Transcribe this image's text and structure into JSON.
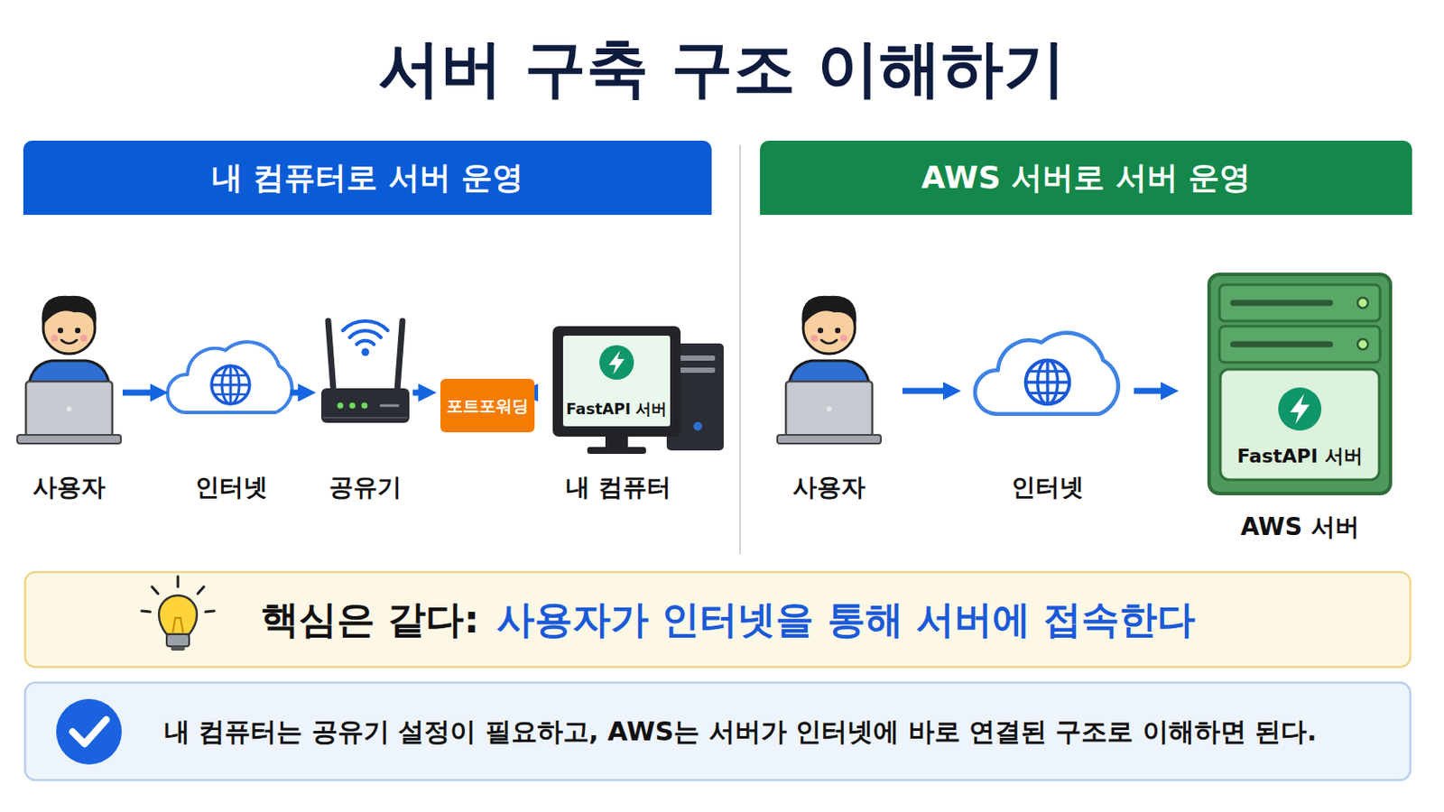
{
  "diagram": {
    "title": "서버 구축 구조 이해하기",
    "nodes": [
      {
        "text": [
          "내 컴퓨터로 서버 운영"
        ]
      },
      {
        "text": [
          "사용자"
        ]
      },
      {
        "text": [
          "인터넷"
        ]
      },
      {
        "text": [
          "공유기"
        ]
      },
      {
        "text": [
          "포트포워딩"
        ]
      },
      {
        "text": [
          "내 컴퓨터"
        ]
      },
      {
        "text": [
          "FastAPI 서버"
        ],
        "in": 5
      },
      {
        "text": [
          "AWS 서버로 서버 운영"
        ]
      },
      {
        "text": [
          "사용자"
        ]
      },
      {
        "text": [
          "인터넷"
        ]
      },
      {
        "text": [
          "AWS 서버"
        ]
      },
      {
        "text": [
          "FastAPI 서버"
        ],
        "in": 10
      },
      {
        "text": [
          "핵심은 같다:",
          "사용자가 인터넷을 통해 서버에 접속한다"
        ]
      },
      {
        "text": [
          "내 컴퓨터는 공유기 설정이 필요하고, AWS는 서버가 인터넷에 바로 연결된 구조로 이해하면 된다."
        ]
      }
    ],
    "edges": [
      {
        "from": 1,
        "to": 2,
        "arrow": "to"
      },
      {
        "from": 2,
        "to": 3,
        "arrow": "to"
      },
      {
        "from": 3,
        "to": 4,
        "arrow": "to"
      },
      {
        "from": 4,
        "to": 5,
        "arrow": "to"
      },
      {
        "from": 8,
        "to": 9,
        "arrow": "to"
      },
      {
        "from": 9,
        "to": 10,
        "arrow": "to"
      }
    ]
  }
}
